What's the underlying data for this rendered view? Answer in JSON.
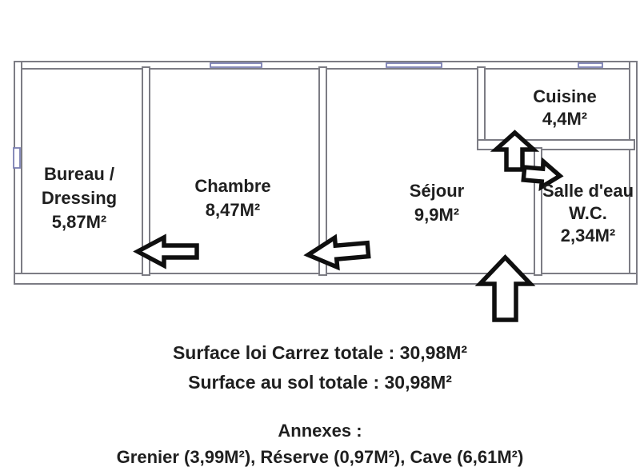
{
  "rooms": {
    "bureau": {
      "line1": "Bureau /",
      "line2": "Dressing",
      "area": "5,87M²"
    },
    "chambre": {
      "line1": "Chambre",
      "area": "8,47M²"
    },
    "sejour": {
      "line1": "Séjour",
      "area": "9,9M²"
    },
    "cuisine": {
      "line1": "Cuisine",
      "area": "4,4M²"
    },
    "salle_eau": {
      "line1": "Salle d'eau",
      "line2": "W.C.",
      "area": "2,34M²"
    }
  },
  "summary": {
    "carrez": "Surface loi Carrez totale : 30,98M²",
    "sol": "Surface au sol totale : 30,98M²"
  },
  "annexes": {
    "title": "Annexes :",
    "detail": "Grenier (3,99M²), Réserve (0,97M²), Cave (6,61M²)"
  },
  "colors": {
    "background": "#ffffff",
    "wall": "#7c7c84",
    "window": "#7b7fb3",
    "arrow": "#0f0f0f",
    "text": "#1f1f1f"
  }
}
